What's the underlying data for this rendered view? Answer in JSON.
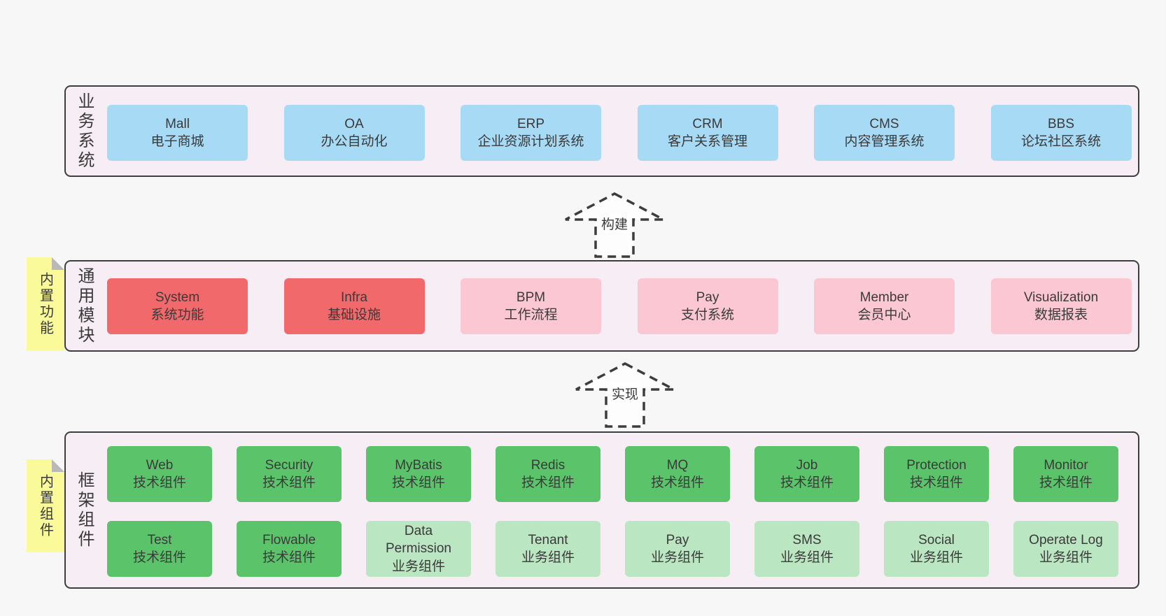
{
  "colors": {
    "page_bg": "#f7f7f7",
    "panel_bg": "#f7edf4",
    "panel_border": "#3e3e3e",
    "blue": "#a7daf5",
    "red": "#f1696b",
    "pink": "#fbc7d2",
    "green": "#5bc46b",
    "light_green": "#bbe6c2",
    "tag_yellow": "#fafa9b",
    "tag_fold": "#b9b9bb",
    "arrow_stroke": "#3d3d3d",
    "text": "#3a3a3a"
  },
  "arrows": [
    {
      "label": "构建"
    },
    {
      "label": "实现"
    }
  ],
  "sections": {
    "business": {
      "label": "业务系统",
      "boxes": [
        {
          "name": "Mall",
          "desc": "电子商城"
        },
        {
          "name": "OA",
          "desc": "办公自动化"
        },
        {
          "name": "ERP",
          "desc": "企业资源计划系统"
        },
        {
          "name": "CRM",
          "desc": "客户关系管理"
        },
        {
          "name": "CMS",
          "desc": "内容管理系统"
        },
        {
          "name": "BBS",
          "desc": "论坛社区系统"
        }
      ]
    },
    "modules": {
      "label": "通用模块",
      "tag": "内置功能",
      "boxes": [
        {
          "name": "System",
          "desc": "系统功能",
          "variant": "red"
        },
        {
          "name": "Infra",
          "desc": "基础设施",
          "variant": "red"
        },
        {
          "name": "BPM",
          "desc": "工作流程",
          "variant": "pink"
        },
        {
          "name": "Pay",
          "desc": "支付系统",
          "variant": "pink"
        },
        {
          "name": "Member",
          "desc": "会员中心",
          "variant": "pink"
        },
        {
          "name": "Visualization",
          "desc": "数据报表",
          "variant": "pink"
        }
      ]
    },
    "framework": {
      "label": "框架组件",
      "tag": "内置组件",
      "row1": [
        {
          "name": "Web",
          "desc": "技术组件",
          "variant": "green"
        },
        {
          "name": "Security",
          "desc": "技术组件",
          "variant": "green"
        },
        {
          "name": "MyBatis",
          "desc": "技术组件",
          "variant": "green"
        },
        {
          "name": "Redis",
          "desc": "技术组件",
          "variant": "green"
        },
        {
          "name": "MQ",
          "desc": "技术组件",
          "variant": "green"
        },
        {
          "name": "Job",
          "desc": "技术组件",
          "variant": "green"
        },
        {
          "name": "Protection",
          "desc": "技术组件",
          "variant": "green"
        },
        {
          "name": "Monitor",
          "desc": "技术组件",
          "variant": "green"
        }
      ],
      "row2": [
        {
          "name": "Test",
          "desc": "技术组件",
          "variant": "green"
        },
        {
          "name": "Flowable",
          "desc": "技术组件",
          "variant": "green"
        },
        {
          "name": "Data Permission",
          "desc": "业务组件",
          "variant": "light_green"
        },
        {
          "name": "Tenant",
          "desc": "业务组件",
          "variant": "light_green"
        },
        {
          "name": "Pay",
          "desc": "业务组件",
          "variant": "light_green"
        },
        {
          "name": "SMS",
          "desc": "业务组件",
          "variant": "light_green"
        },
        {
          "name": "Social",
          "desc": "业务组件",
          "variant": "light_green"
        },
        {
          "name": "Operate Log",
          "desc": "业务组件",
          "variant": "light_green"
        }
      ]
    }
  }
}
